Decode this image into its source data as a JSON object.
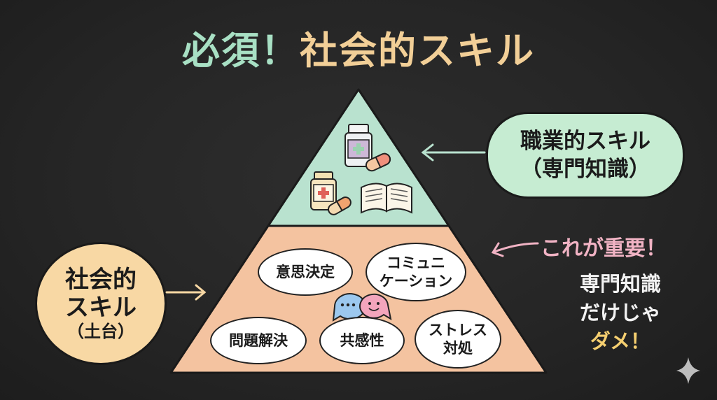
{
  "title": {
    "part1": "必須！",
    "part2": "社会的スキル"
  },
  "top_callout": {
    "line1": "職業的スキル",
    "line2": "（専門知識）"
  },
  "left_callout": {
    "line1": "社会的",
    "line2": "スキル",
    "line3": "（土台）"
  },
  "important_note": "これが重要！",
  "side_note": {
    "line1": "専門知識",
    "line2": "だけじゃ",
    "line3": "ダメ！"
  },
  "skills": {
    "decision": "意思決定",
    "communication": {
      "line1": "コミュニ",
      "line2": "ケーション"
    },
    "problem_solving": "問題解決",
    "empathy": "共感性",
    "stress": {
      "line1": "ストレス",
      "line2": "対処"
    }
  },
  "colors": {
    "title_accent": "#a8e0c4",
    "title_main": "#f2cf97",
    "pyramid_top": "#b9e2cf",
    "pyramid_base": "#f4c3a0",
    "callout_green": "#c6ecd2",
    "callout_orange": "#f8d8a4",
    "important_pink": "#f1b3c4"
  },
  "icons": [
    "medicine-bottle-icon",
    "capsule-icon",
    "open-book-icon",
    "speech-bubbles-icon",
    "sparkle-icon"
  ]
}
